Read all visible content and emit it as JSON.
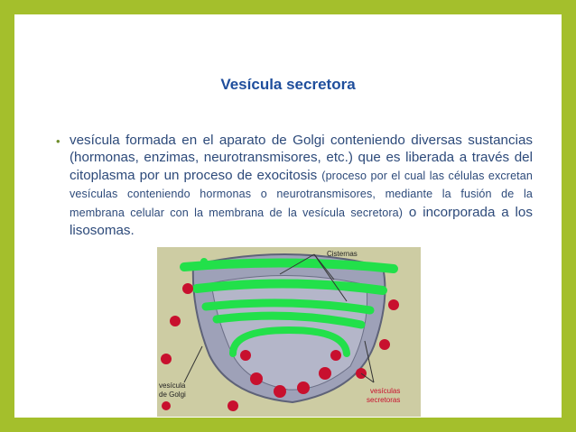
{
  "title": "Vesícula secretora",
  "bullet": {
    "part1": "vesícula formada en el aparato de Golgi conteniendo diversas sustancias (hormonas, enzimas, neurotransmisores, etc.) que es liberada a través del citoplasma por un proceso de exocitosis",
    "part2": "(proceso por el cual las células excretan vesículas conteniendo hormonas o neurotransmisores, mediante la fusión de la membrana celular con la membrana de la vesícula secretora)",
    "part3": "o incorporada a los lisosomas."
  },
  "diagram": {
    "label_cisternas": "Cisternas",
    "label_golgi_line1": "vesícula",
    "label_golgi_line2": "de Golgi",
    "label_secretoras_line1": "vesículas",
    "label_secretoras_line2": "secretoras",
    "colors": {
      "cisterna": "#22e04a",
      "vesicle": "#c8102e",
      "membrane": "#8a8fa8",
      "background": "#cdcca3"
    }
  }
}
